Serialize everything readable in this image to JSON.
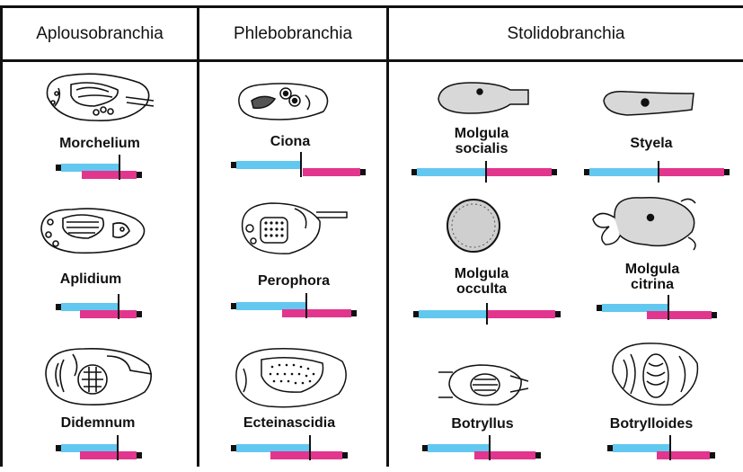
{
  "columns": [
    {
      "title": "Aplousobranchia"
    },
    {
      "title": "Phlebobranchia"
    },
    {
      "title": "Stolidobranchia"
    }
  ],
  "species": {
    "morchelium": {
      "name": "Morchelium",
      "blue_fraction": 0.74,
      "pink_fraction": 0.7
    },
    "aplidium": {
      "name": "Aplidium",
      "blue_fraction": 0.73,
      "pink_fraction": 0.72
    },
    "didemnum": {
      "name": "Didemnum",
      "blue_fraction": 0.72,
      "pink_fraction": 0.72
    },
    "ciona": {
      "name": "Ciona",
      "blue_fraction": 0.52,
      "pink_fraction": 0.47
    },
    "perophora": {
      "name": "Perophora",
      "blue_fraction": 0.6,
      "pink_fraction": 0.59
    },
    "ecteinascidia": {
      "name": "Ecteinascidia",
      "blue_fraction": 0.68,
      "pink_fraction": 0.66
    },
    "molgula_socialis": {
      "name_line1": "Molgula",
      "name_line2": "socialis",
      "blue_fraction": 0.51,
      "pink_fraction": 0.49
    },
    "styela": {
      "name": "Styela",
      "blue_fraction": 0.51,
      "pink_fraction": 0.49
    },
    "molgula_occulta": {
      "name_line1": "Molgula",
      "name_line2": "occulta",
      "blue_fraction": 0.5,
      "pink_fraction": 0.5
    },
    "molgula_citrina": {
      "name_line1": "Molgula",
      "name_line2": "citrina",
      "blue_fraction": 0.6,
      "pink_fraction": 0.58
    },
    "botryllus": {
      "name": "Botryllus",
      "blue_fraction": 0.57,
      "pink_fraction": 0.56
    },
    "botrylloides": {
      "name": "Botrylloides",
      "blue_fraction": 0.58,
      "pink_fraction": 0.54
    }
  },
  "colors": {
    "blue": "#62c8f0",
    "pink": "#e2358e",
    "ink": "#111111"
  }
}
